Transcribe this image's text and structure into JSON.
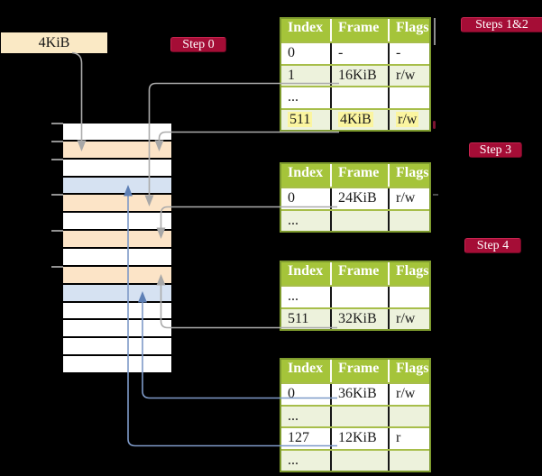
{
  "labels": {
    "frame_box": "4KiB",
    "step0": "Step 0",
    "steps12": "Steps 1&2",
    "step3": "Step 3",
    "step4": "Step 4"
  },
  "memory_stack": {
    "description": "physical memory frames, 4KiB each, top row = 0KiB",
    "rows": [
      "white",
      "peach",
      "white",
      "blue",
      "peach",
      "white",
      "peach",
      "white",
      "peach",
      "blue",
      "white",
      "white",
      "white",
      "white"
    ]
  },
  "tables": [
    {
      "name": "page-table-steps-1-2",
      "headers": [
        "Index",
        "Frame",
        "Flags"
      ],
      "rows": [
        {
          "cells": [
            "0",
            "-",
            "-"
          ],
          "shade": "white",
          "highlight": false
        },
        {
          "cells": [
            "1",
            "16KiB",
            "r/w"
          ],
          "shade": "green",
          "highlight": false
        },
        {
          "cells": [
            "...",
            "",
            ""
          ],
          "shade": "white",
          "highlight": false
        },
        {
          "cells": [
            "511",
            "4KiB",
            "r/w"
          ],
          "shade": "green",
          "highlight": true
        }
      ]
    },
    {
      "name": "page-table-step-3",
      "headers": [
        "Index",
        "Frame",
        "Flags"
      ],
      "rows": [
        {
          "cells": [
            "0",
            "24KiB",
            "r/w"
          ],
          "shade": "white",
          "highlight": false
        },
        {
          "cells": [
            "...",
            "",
            ""
          ],
          "shade": "green",
          "highlight": false
        }
      ]
    },
    {
      "name": "page-table-step-4",
      "headers": [
        "Index",
        "Frame",
        "Flags"
      ],
      "rows": [
        {
          "cells": [
            "...",
            "",
            ""
          ],
          "shade": "white",
          "highlight": false
        },
        {
          "cells": [
            "511",
            "32KiB",
            "r/w"
          ],
          "shade": "green",
          "highlight": false
        }
      ]
    },
    {
      "name": "page-table-leaf",
      "headers": [
        "Index",
        "Frame",
        "Flags"
      ],
      "rows": [
        {
          "cells": [
            "0",
            "36KiB",
            "r/w"
          ],
          "shade": "white",
          "highlight": false
        },
        {
          "cells": [
            "...",
            "",
            ""
          ],
          "shade": "green",
          "highlight": false
        },
        {
          "cells": [
            "127",
            "12KiB",
            "r"
          ],
          "shade": "white",
          "highlight": false
        },
        {
          "cells": [
            "...",
            "",
            ""
          ],
          "shade": "green",
          "highlight": false
        }
      ]
    }
  ],
  "arrows": [
    {
      "from": "4KiB box",
      "to": "frame 4KiB (row 2)",
      "color": "gray"
    },
    {
      "from": "table1 entry 1/16KiB",
      "to": "frame 16KiB (row 5)",
      "color": "gray"
    },
    {
      "from": "table1 entry 511/4KiB",
      "to": "frame 4KiB (row 2)",
      "color": "gray"
    },
    {
      "from": "table2 entry 0/24KiB",
      "to": "frame 24KiB (row 7)",
      "color": "gray"
    },
    {
      "from": "table3 entry 511/32KiB",
      "to": "frame 32KiB (row 9)",
      "color": "gray"
    },
    {
      "from": "table4 entry 0/36KiB",
      "to": "frame 36KiB (row 10)",
      "color": "blue"
    },
    {
      "from": "table4 entry 127/12KiB",
      "to": "frame 12KiB (row 4)",
      "color": "blue"
    }
  ],
  "colors": {
    "background": "#000000",
    "badge_red": "#A50D36",
    "box_cream": "#FAE9C5",
    "table_header_green": "#A5C43A",
    "table_border_olive": "#7E9B2E",
    "row_light_green": "#EDF2DC",
    "highlight_yellow": "#FBF5A0",
    "frame_peach": "#FCE4C7",
    "frame_blue": "#D6E2F2",
    "arrow_gray": "#ABABAB",
    "arrow_blue": "#7E9AC8"
  }
}
